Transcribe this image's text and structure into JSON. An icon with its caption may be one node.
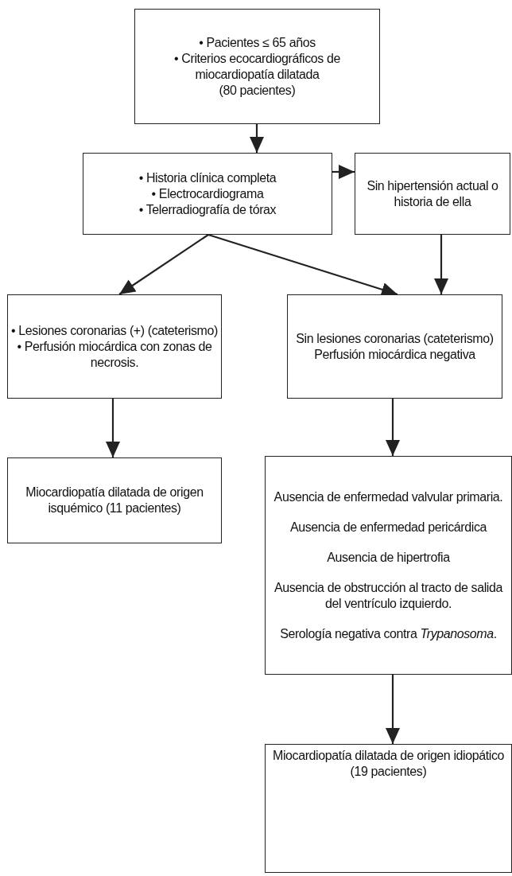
{
  "diagram": {
    "nodes": [
      {
        "text": [
          "• Pacientes ≤ 65 años",
          "• Criterios ecocardiográficos de miocardiopatía dilatada",
          "(80 pacientes)"
        ]
      },
      {
        "text": [
          "• Historia clínica completa",
          "• Electrocardiograma",
          "• Telerradiografía de tórax"
        ]
      },
      {
        "text": [
          "Sin hipertensión actual o historia de ella"
        ]
      },
      {
        "text": [
          "• Lesiones coronarias (+) (cateterismo)",
          "• Perfusión miocárdica con zonas de necrosis."
        ]
      },
      {
        "text": [
          "Sin lesiones coronarias (cateterismo) Perfusión miocárdica negativa"
        ]
      },
      {
        "text": [
          "Miocardiopatía dilatada de origen isquémico (11 pacientes)"
        ]
      },
      {
        "text": [
          "Ausencia de enfermedad valvular primaria.",
          "Ausencia de enfermedad pericárdica",
          "Ausencia de hipertrofia",
          "Ausencia de obstrucción al tracto de salida del ventrículo izquierdo.",
          "Serología negativa contra *Trypanosoma*."
        ]
      },
      {
        "text": [
          "Miocardiopatía dilatada de origen idiopático (19 pacientes)"
        ]
      }
    ],
    "edges": [
      {
        "from": 0,
        "to": 1,
        "arrow": "to"
      },
      {
        "from": 1,
        "to": 2,
        "arrow": "to"
      },
      {
        "from": 1,
        "to": 3,
        "arrow": "to"
      },
      {
        "from": 1,
        "to": 4,
        "arrow": "to"
      },
      {
        "from": 2,
        "to": 4,
        "arrow": "to"
      },
      {
        "from": 3,
        "to": 5,
        "arrow": "to"
      },
      {
        "from": 4,
        "to": 6,
        "arrow": "to"
      },
      {
        "from": 6,
        "to": 7,
        "arrow": "to"
      }
    ]
  }
}
